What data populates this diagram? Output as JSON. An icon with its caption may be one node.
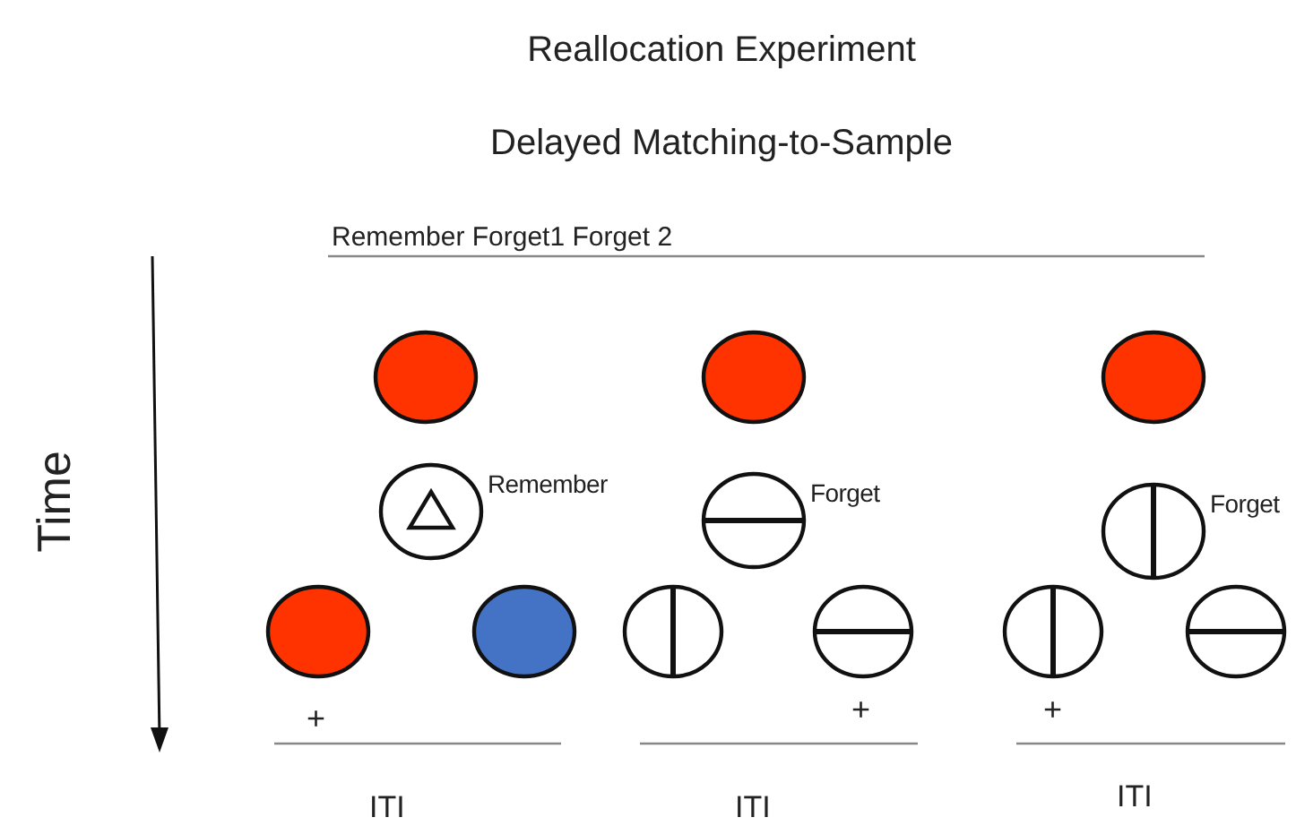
{
  "diagram": {
    "title": "Reallocation Experiment",
    "nodes": [
      {
        "text": [],
        "shape": "circle"
      },
      {
        "text": [],
        "shape": "circle"
      },
      {
        "text": [],
        "shape": "circle"
      },
      {
        "text": [],
        "shape": "circle",
        "beside": [
          "Remember"
        ]
      },
      {
        "text": [],
        "shape": "circle",
        "beside": [
          "Forget"
        ]
      },
      {
        "text": [],
        "shape": "circle",
        "beside": [
          "Forget"
        ]
      },
      {
        "text": [],
        "shape": "circle"
      },
      {
        "text": [],
        "shape": "circle"
      },
      {
        "text": [],
        "shape": "circle"
      },
      {
        "text": [],
        "shape": "circle"
      },
      {
        "text": [],
        "shape": "circle"
      },
      {
        "text": [],
        "shape": "circle"
      }
    ],
    "edges": [],
    "labels": [
      "Delayed Matching-to-Sample",
      "Remember Forget1 Forget 2",
      "Time",
      "+",
      "+",
      "+",
      "ITI",
      "ITI",
      "ITI"
    ]
  }
}
